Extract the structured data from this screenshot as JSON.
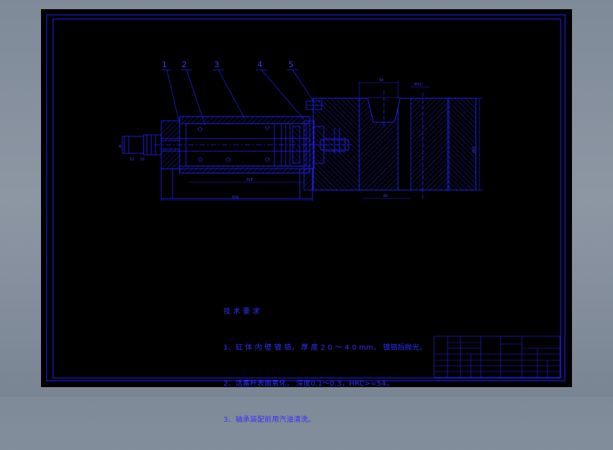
{
  "part_labels": [
    "1",
    "2",
    "3",
    "4",
    "5"
  ],
  "technical_notes": {
    "heading": "技 术 要 求",
    "items": [
      "1、缸 体 内 壁 镀 铬， 厚 度 2 0 ～ 4 0 mm， 镀铬后抛光。",
      "2、活塞杆表面氧化， 深度0.1～0.3，HRC>=54。",
      "3、轴承装配前用汽油清洗。"
    ]
  },
  "colors": {
    "background": "#000000",
    "line": "#2222ff",
    "hatch": "#2a2aff",
    "window_bg": "#8592a0"
  }
}
